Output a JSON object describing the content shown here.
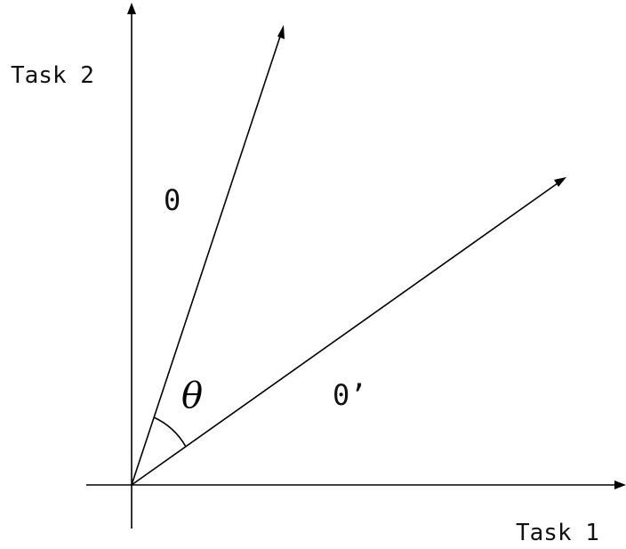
{
  "axes": {
    "x_label": "Task 1",
    "y_label": "Task 2"
  },
  "vectors": {
    "first_label": "0",
    "second_label": "0’"
  },
  "angle": {
    "symbol": "θ"
  },
  "colors": {
    "stroke": "#000000",
    "background": "#ffffff"
  }
}
